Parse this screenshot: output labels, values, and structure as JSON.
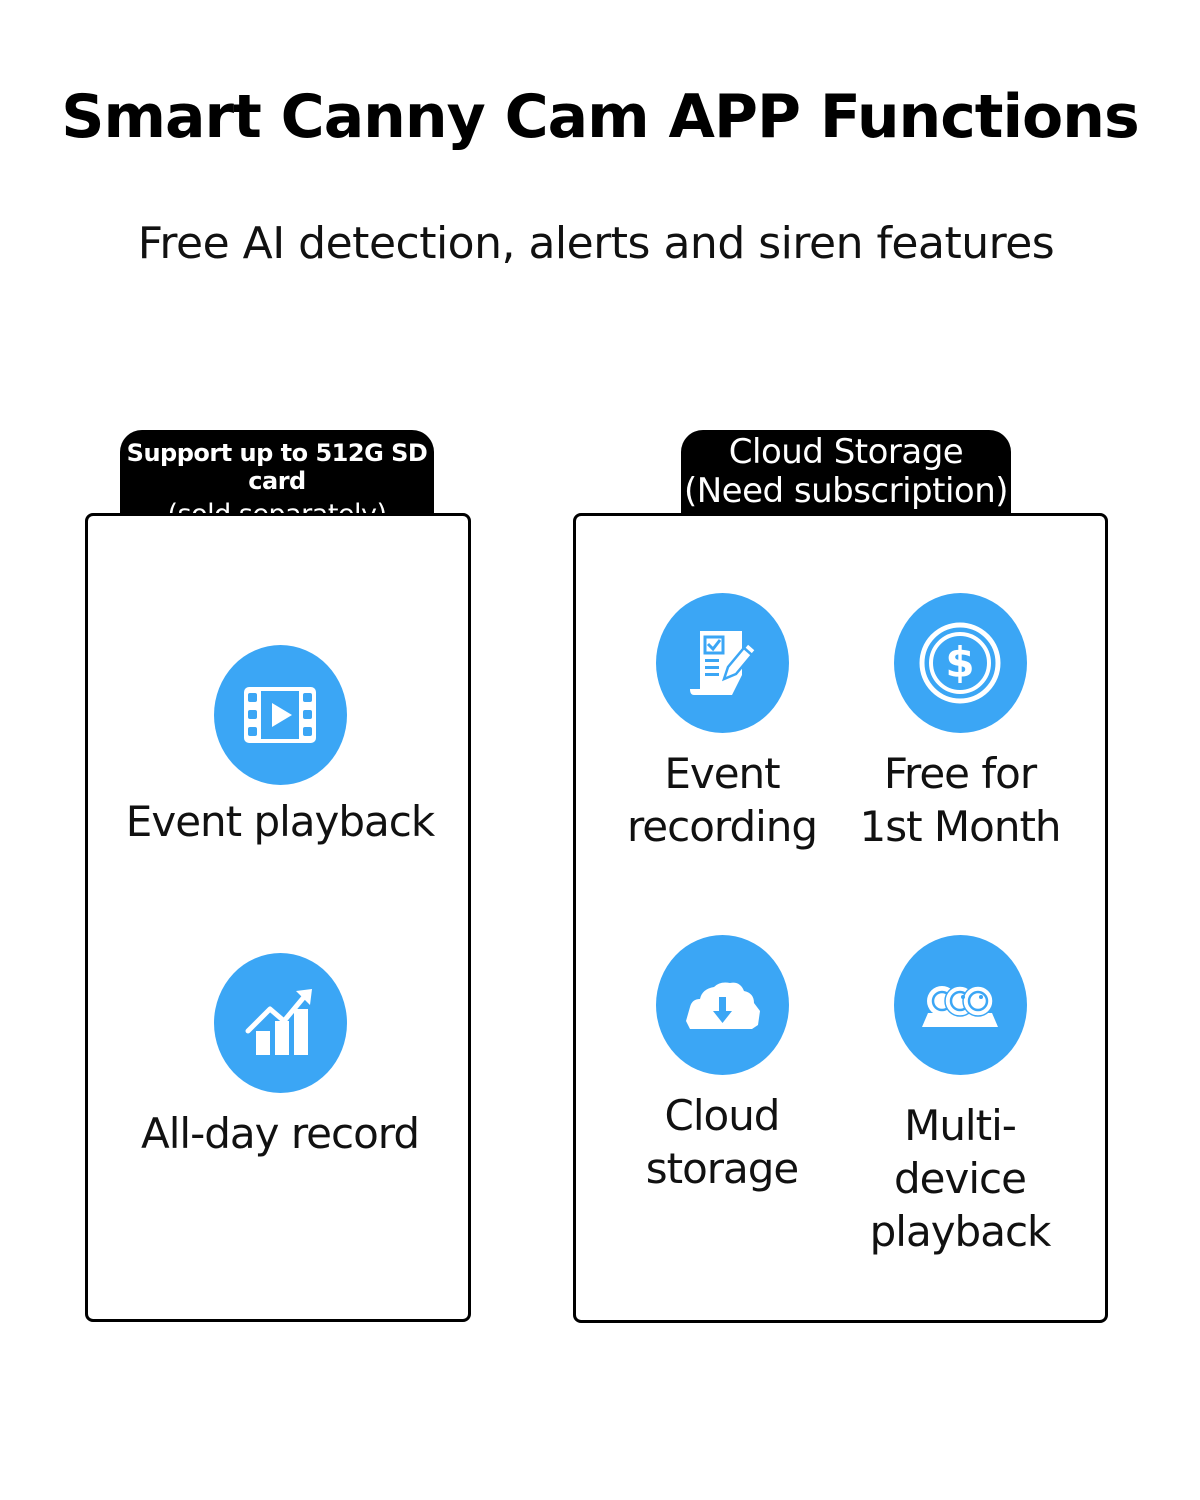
{
  "header": {
    "title": "Smart Canny Cam APP Functions",
    "subtitle": "Free AI detection, alerts and siren features"
  },
  "colors": {
    "accent_blue": "#3ba6f5",
    "tab_background": "#000000",
    "panel_border": "#000000"
  },
  "left_panel": {
    "tab_line1": "Support up to 512G SD card",
    "tab_line2": "(sold separately)",
    "features": [
      {
        "icon": "video-playback-icon",
        "label": "Event playback"
      },
      {
        "icon": "growth-chart-icon",
        "label": "All-day record"
      }
    ]
  },
  "right_panel": {
    "tab_line1": "Cloud Storage",
    "tab_line2": "(Need subscription)",
    "features": [
      {
        "icon": "document-edit-icon",
        "label_line1": "Event",
        "label_line2": "recording"
      },
      {
        "icon": "dollar-coin-icon",
        "label_line1": "Free for",
        "label_line2": "1st Month"
      },
      {
        "icon": "cloud-download-icon",
        "label_line1": "Cloud",
        "label_line2": "storage"
      },
      {
        "icon": "multi-camera-icon",
        "label_line1": "Multi-device",
        "label_line2": "playback"
      }
    ]
  }
}
